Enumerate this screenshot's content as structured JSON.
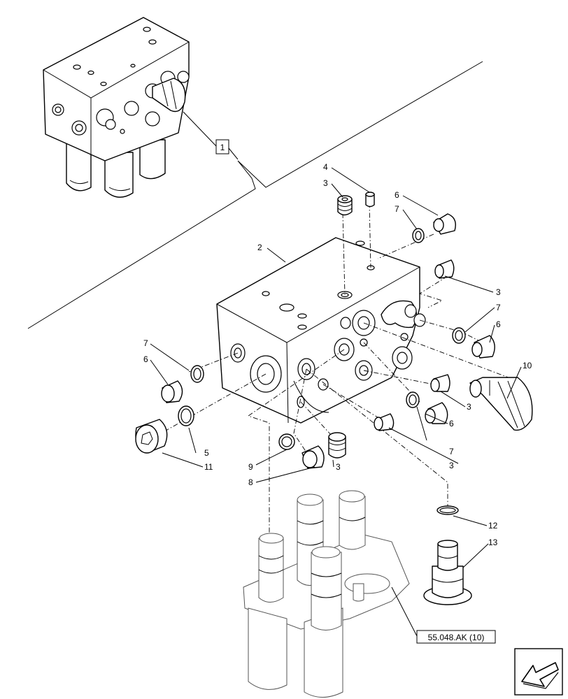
{
  "callouts": {
    "c1": "1",
    "c2": "2",
    "c3a": "3",
    "c3b": "3",
    "c3c": "3",
    "c3d": "3",
    "c3e": "3",
    "c4": "4",
    "c5": "5",
    "c6a": "6",
    "c6b": "6",
    "c6c": "6",
    "c6d": "6",
    "c7a": "7",
    "c7b": "7",
    "c7c": "7",
    "c7d": "7",
    "c8": "8",
    "c9": "9",
    "c10": "10",
    "c11": "11",
    "c12": "12",
    "c13": "13"
  },
  "reference": "55.048.AK (10)",
  "icons": {
    "corner": "arrow-icon"
  }
}
